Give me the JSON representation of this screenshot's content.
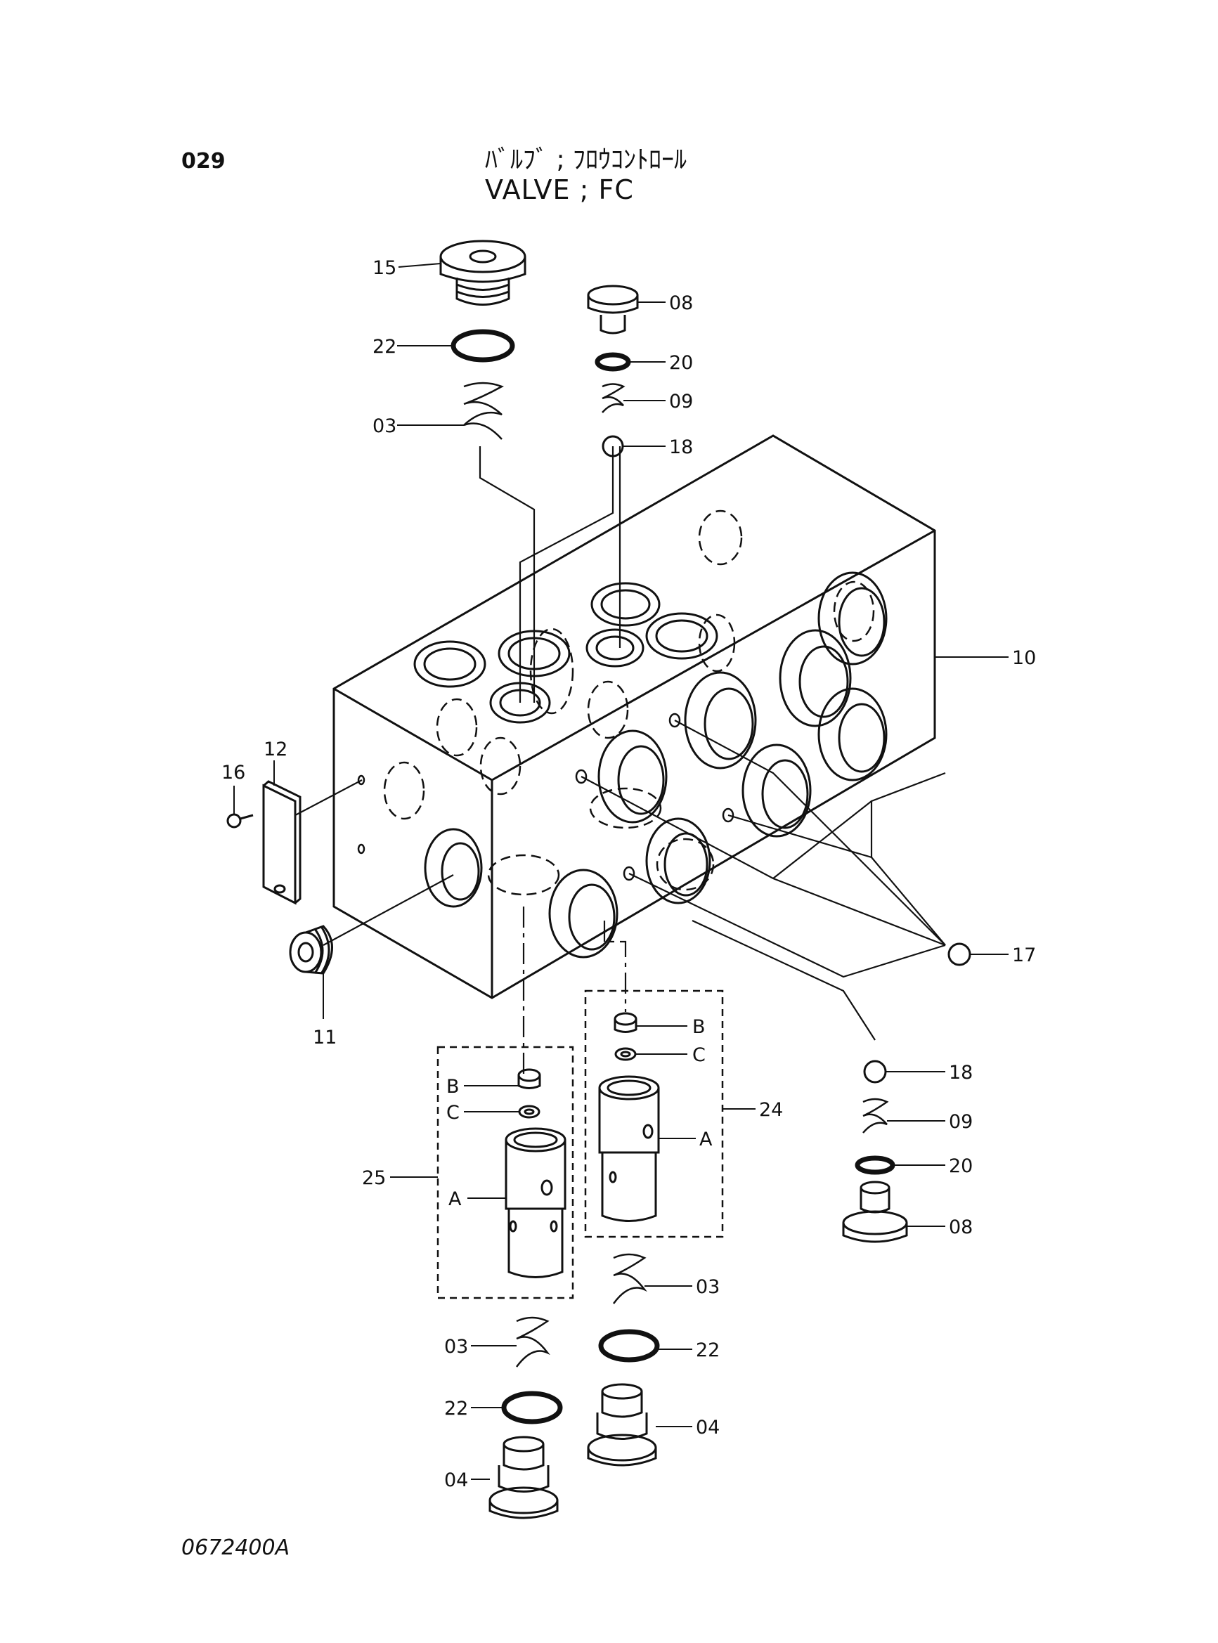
{
  "header": {
    "page_number": "029",
    "title_jp": "ﾊﾞﾙﾌﾞ ; ﾌﾛｳｺﾝﾄﾛｰﾙ",
    "title_en": "VALVE ; FC"
  },
  "footer": {
    "drawing_code": "0672400A"
  },
  "callouts": {
    "c15": "15",
    "c22a": "22",
    "c03a": "03",
    "c08a": "08",
    "c20a": "20",
    "c09a": "09",
    "c18a": "18",
    "c10": "10",
    "c12": "12",
    "c16": "16",
    "c11": "11",
    "c17": "17",
    "c18b": "18",
    "c09b": "09",
    "c20b": "20",
    "c08b": "08",
    "c24": "24",
    "c24B": "B",
    "c24C": "C",
    "c24A": "A",
    "c25": "25",
    "c25B": "B",
    "c25C": "C",
    "c25A": "A",
    "c03b": "03",
    "c22b": "22",
    "c04b": "04",
    "c03c": "03",
    "c22c": "22",
    "c04c": "04"
  }
}
